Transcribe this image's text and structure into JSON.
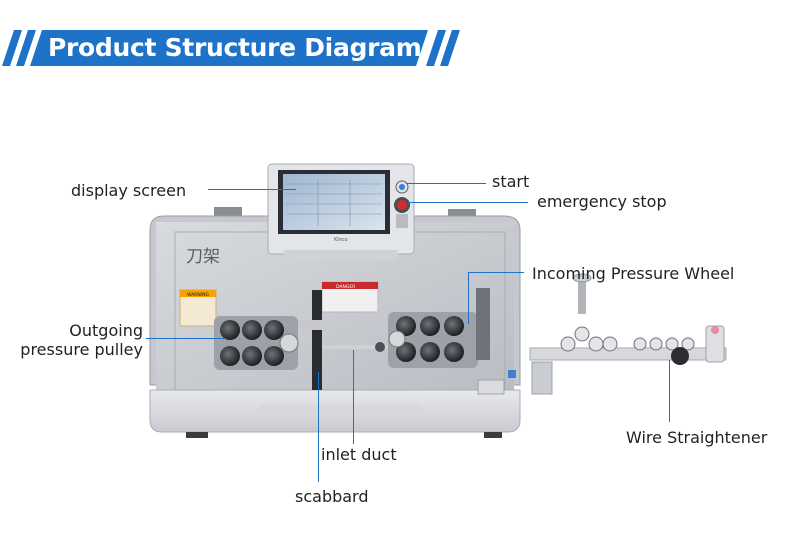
{
  "title": "Product Structure Diagram",
  "colors": {
    "accent": "#1e73c8",
    "banner": "#1e73c8"
  },
  "labels": {
    "display_screen": "display screen",
    "start": "start",
    "emergency_stop": "emergency stop",
    "incoming_pressure_wheel": "Incoming Pressure Wheel",
    "outgoing_line1": "Outgoing",
    "outgoing_line2": "pressure pulley",
    "wire_straightener": "Wire Straightener",
    "inlet_duct": "inlet duct",
    "scabbard": "scabbard"
  },
  "machine_text": {
    "blade_holder": "刀架",
    "warning": "WARNING",
    "danger": "DANGER",
    "screen_brand": "Kinco"
  }
}
